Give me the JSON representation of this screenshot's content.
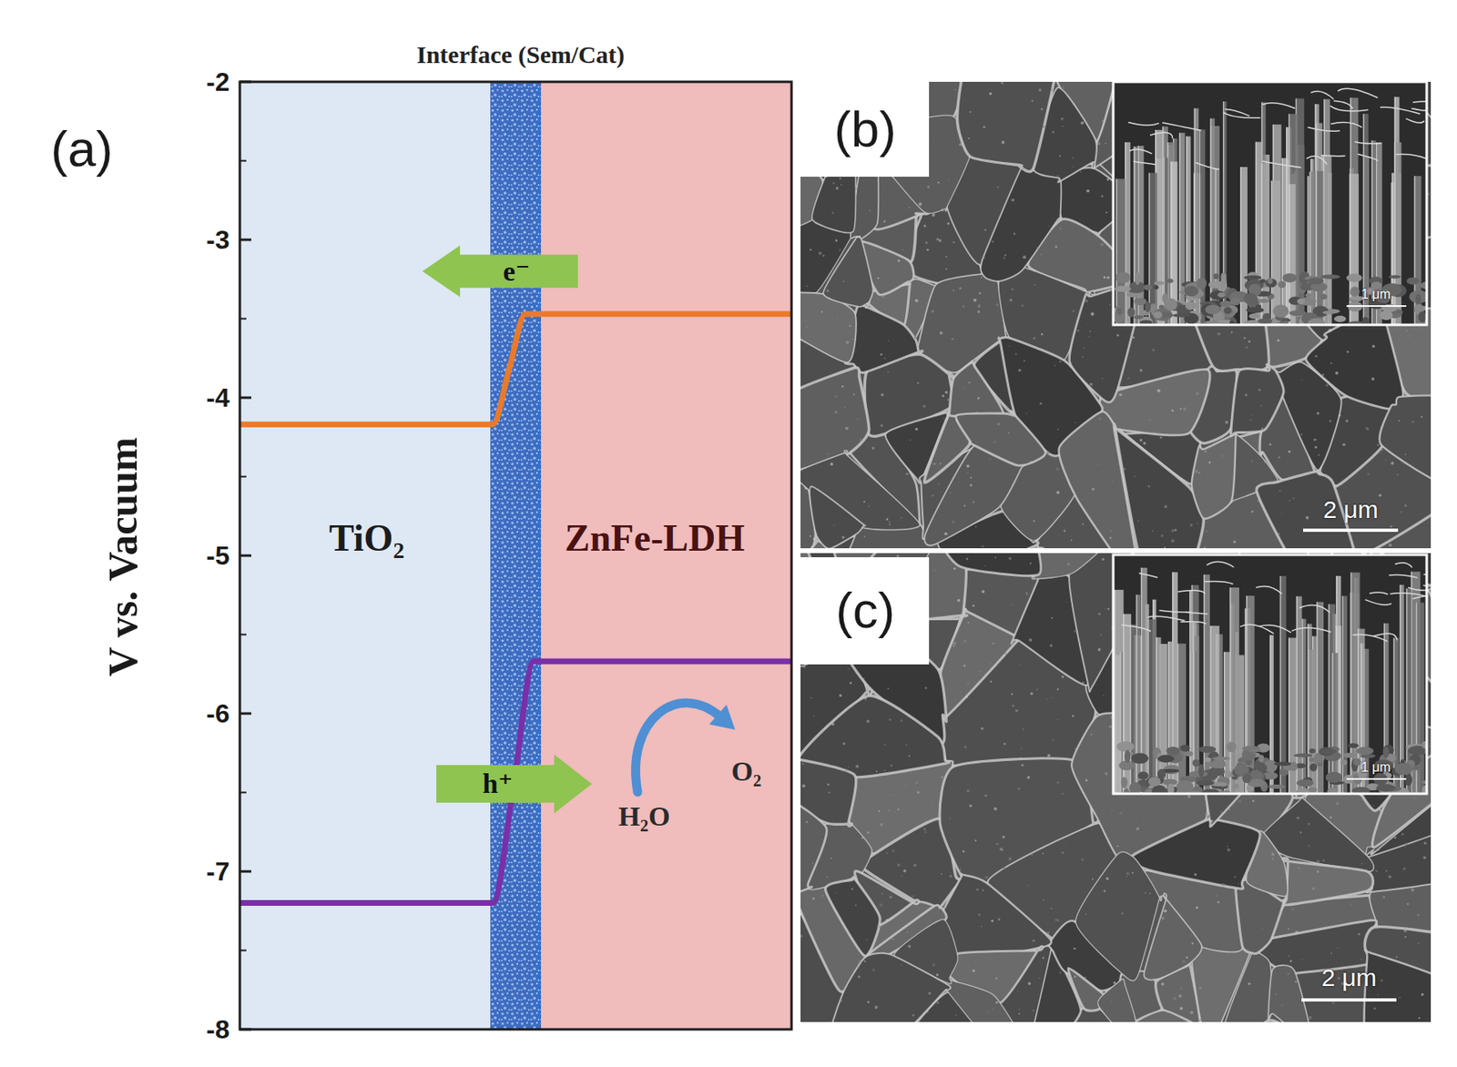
{
  "diagram": {
    "nodes": [
      {
        "text": [
          "TiO₂"
        ]
      },
      {
        "text": [
          "ZnFe-LDH"
        ]
      },
      {
        "text": [
          "e⁻"
        ]
      },
      {
        "text": [
          "h⁺"
        ]
      }
    ],
    "labels": [
      "Interface (Sem/Cat)",
      "-2",
      "-3",
      "-4",
      "-5",
      "-6",
      "-7",
      "-8",
      "V vs. Vacuum",
      "(a)",
      "H₂O",
      "O₂",
      "(b)",
      "1 μm",
      "2 μm",
      "(c)",
      "1 μm",
      "2 μm"
    ]
  }
}
